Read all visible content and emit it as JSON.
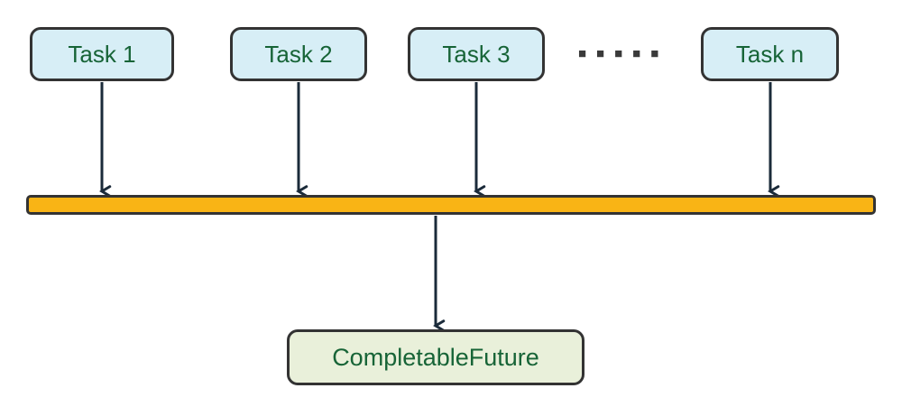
{
  "diagram": {
    "task_boxes": [
      {
        "label": "Task 1"
      },
      {
        "label": "Task 2"
      },
      {
        "label": "Task 3"
      },
      {
        "label": "Task n"
      }
    ],
    "ellipsis_icon": "■■■■■",
    "result_box": {
      "label": "CompletableFuture"
    }
  },
  "theme": {
    "background": "#ffffff",
    "task_fill": "#d7eef6",
    "result_fill": "#e9f0da",
    "bar_fill": "#f9b415",
    "border": "#333333",
    "label_green": "#176437",
    "arrow": "#1b2b3a",
    "dots": "#3a3a3a"
  }
}
